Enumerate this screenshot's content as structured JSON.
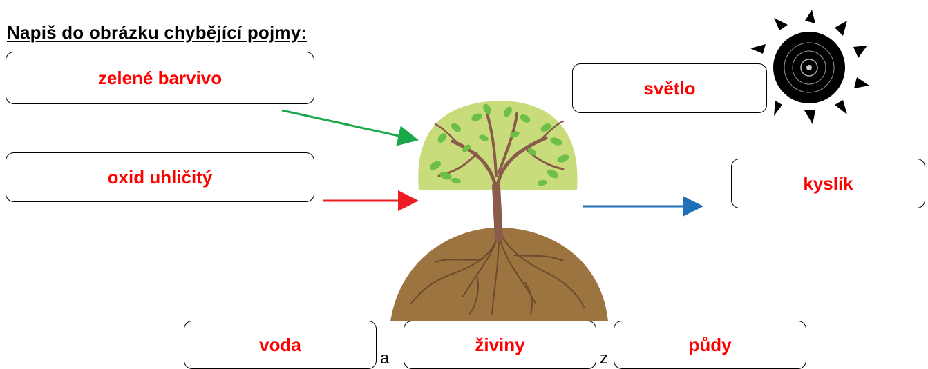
{
  "worksheet": {
    "instruction": "Napiš do obrázku chybějící pojmy:",
    "answers": {
      "green_pigment": "zelené barvivo",
      "carbon_dioxide": "oxid uhličitý",
      "light": "světlo",
      "oxygen": "kyslík",
      "water": "voda",
      "nutrients": "živiny",
      "soil": "půdy"
    },
    "joiners": {
      "and": "a",
      "from": "z"
    },
    "arrow_colors": {
      "green_pigment": "#1aa84a",
      "carbon_dioxide": "#ee1c24",
      "oxygen": "#1f6fb8"
    },
    "illustration": {
      "tree_crown_color": "#c9dc7c",
      "leaf_color": "#6cbf48",
      "trunk_color": "#8a5a4a",
      "soil_color": "#9c7440",
      "sun_color": "#000000"
    }
  }
}
